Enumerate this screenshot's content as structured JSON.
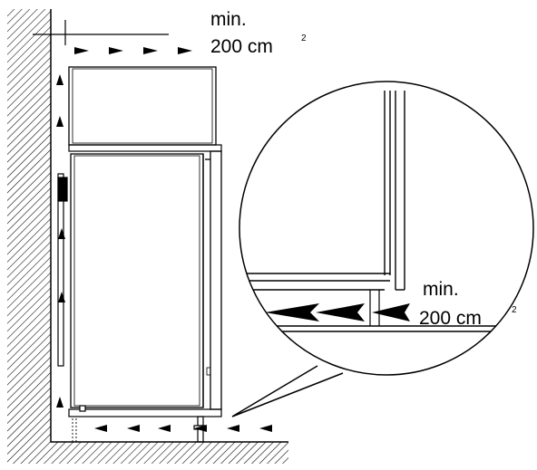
{
  "labels": {
    "top_min": "min.",
    "top_area": "200 cm",
    "top_sup": "2",
    "bottom_min": "min.",
    "bottom_area": "200 cm",
    "bottom_sup": "2"
  },
  "colors": {
    "line": "#000000",
    "background": "#ffffff"
  }
}
